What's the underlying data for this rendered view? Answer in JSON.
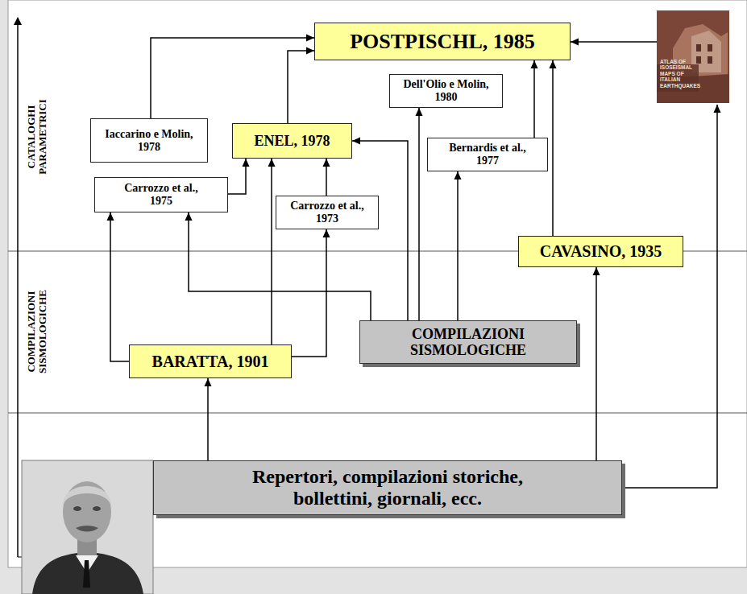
{
  "diagram": {
    "nodes": [
      {
        "text": [
          "POSTPISCHL, 1985"
        ]
      },
      {
        "text": [
          "ATLAS OF ISOSEISMAL MAPS OF ITALIAN EARTHQUAKES"
        ]
      },
      {
        "text": [
          "Dell'Olio e Molin, 1980"
        ]
      },
      {
        "text": [
          "Iaccarino e Molin, 1978"
        ]
      },
      {
        "text": [
          "ENEL, 1978"
        ]
      },
      {
        "text": [
          "Bernardis et al., 1977"
        ]
      },
      {
        "text": [
          "Carrozzo et al., 1975"
        ]
      },
      {
        "text": [
          "Carrozzo et al., 1973"
        ]
      },
      {
        "text": [
          "CAVASINO, 1935"
        ]
      },
      {
        "text": [
          "COMPILAZIONI SISMOLOGICHE"
        ]
      },
      {
        "text": [
          "BARATTA, 1901"
        ]
      },
      {
        "text": [
          "Repertori, compilazioni storiche, bollettini, giornali, ecc."
        ]
      }
    ],
    "edges": [
      {
        "from": 11,
        "to": 10,
        "arrow": "to"
      },
      {
        "from": 11,
        "to": 8,
        "arrow": "to"
      },
      {
        "from": 11,
        "to": 1,
        "arrow": "to"
      },
      {
        "from": 10,
        "to": 6,
        "arrow": "to"
      },
      {
        "from": 10,
        "to": 4,
        "arrow": "to"
      },
      {
        "from": 10,
        "to": 7,
        "arrow": "to"
      },
      {
        "from": 9,
        "to": 6,
        "arrow": "to"
      },
      {
        "from": 9,
        "to": 4,
        "arrow": "to"
      },
      {
        "from": 9,
        "to": 2,
        "arrow": "to"
      },
      {
        "from": 9,
        "to": 5,
        "arrow": "to"
      },
      {
        "from": 6,
        "to": 4,
        "arrow": "to"
      },
      {
        "from": 7,
        "to": 4,
        "arrow": "to"
      },
      {
        "from": 3,
        "to": 0,
        "arrow": "to"
      },
      {
        "from": 4,
        "to": 0,
        "arrow": "to"
      },
      {
        "from": 5,
        "to": 0,
        "arrow": "to"
      },
      {
        "from": 8,
        "to": 0,
        "arrow": "to"
      },
      {
        "from": 1,
        "to": 0,
        "arrow": "to"
      }
    ],
    "labels": [
      "CATALOGHI PARAMETRICI",
      "COMPILAZIONI SISMOLOGICHE"
    ]
  }
}
